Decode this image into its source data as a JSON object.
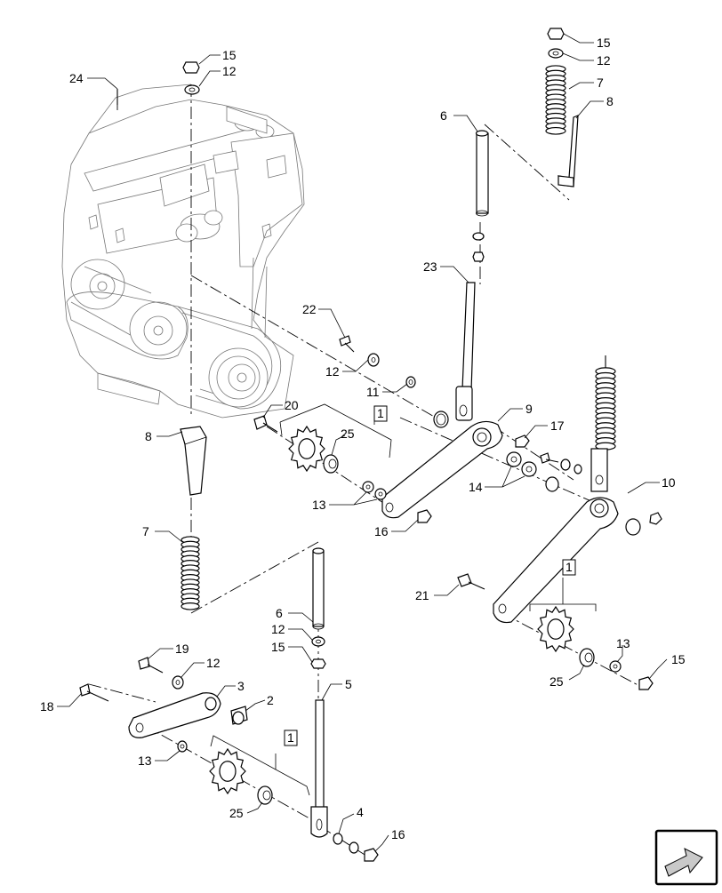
{
  "diagram": {
    "callouts": {
      "c_24": "24",
      "c_15a": "15",
      "c_12a": "12",
      "c_15b": "15",
      "c_12b": "12",
      "c_7a": "7",
      "c_8a": "8",
      "c_6a": "6",
      "c_23": "23",
      "c_22": "22",
      "c_12c": "12",
      "c_11": "11",
      "c_9": "9",
      "c_17": "17",
      "c_20": "20",
      "c_1a": "1",
      "c_25a": "25",
      "c_8b": "8",
      "c_14": "14",
      "c_10": "10",
      "c_13a": "13",
      "c_16a": "16",
      "c_7b": "7",
      "c_1b": "1",
      "c_21": "21",
      "c_6b": "6",
      "c_12d": "12",
      "c_15c": "15",
      "c_19": "19",
      "c_12e": "12",
      "c_3": "3",
      "c_2": "2",
      "c_5": "5",
      "c_18": "18",
      "c_13b": "13",
      "c_1c": "1",
      "c_25b": "25",
      "c_13c": "13",
      "c_15d": "15",
      "c_25c": "25",
      "c_4": "4",
      "c_16b": "16"
    },
    "nav_icon": "return-arrow-icon"
  }
}
